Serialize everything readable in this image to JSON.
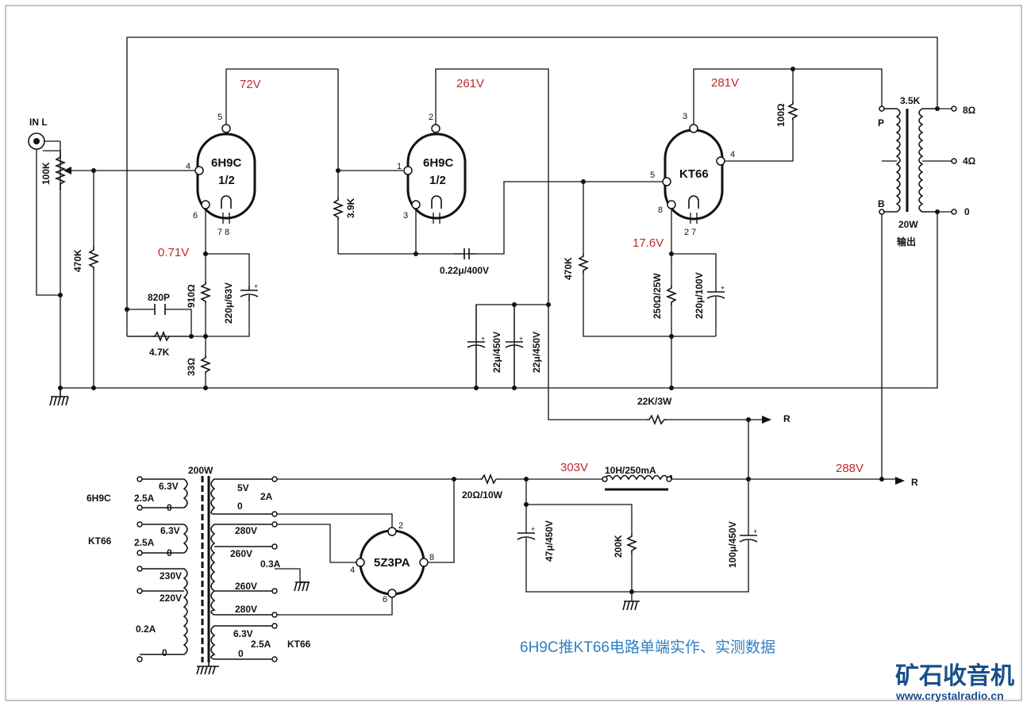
{
  "title": "6H9C推KT66电路单端实作、实测数据",
  "logo": {
    "cn": "矿石收音机",
    "url": "www.crystalradio.cn"
  },
  "tubes": {
    "v1": {
      "name": "6H9C",
      "sub": "1/2"
    },
    "v2": {
      "name": "6H9C",
      "sub": "1/2"
    },
    "v3": {
      "name": "KT66"
    },
    "rect": {
      "name": "5Z3PA"
    }
  },
  "pins": {
    "v1_5": "5",
    "v1_4": "4",
    "v1_6": "6",
    "v1_78": "7 8",
    "v2_2": "2",
    "v2_1": "1",
    "v2_3": "3",
    "v3_3": "3",
    "v3_4": "4",
    "v3_5": "5",
    "v3_8": "8",
    "v3_27": "2 7",
    "r_2": "2",
    "r_4": "4",
    "r_8": "8",
    "r_6": "6"
  },
  "voltages": {
    "v1_plate": "72V",
    "v1_cathode": "0.71V",
    "v2_plate": "261V",
    "v3_plate": "281V",
    "v3_cathode": "17.6V",
    "rect_out": "303V",
    "b_plus": "288V"
  },
  "input": {
    "jack": "IN L",
    "pot": "100K"
  },
  "components": {
    "r470k_in": "470K",
    "c820p": "820P",
    "r4k7": "4.7K",
    "r910": "910Ω",
    "r33": "33Ω",
    "c220_63": "220μ/63V",
    "r3k9": "3.9K",
    "c022": "0.22μ/400V",
    "c22a": "22μ/450V",
    "c22b": "22μ/450V",
    "r470k_g": "470K",
    "r100": "100Ω",
    "r250": "250Ω/25W",
    "c220_100": "220μ/100V",
    "r22k": "22K/3W",
    "r20": "20Ω/10W",
    "choke": "10H/250mA",
    "c47": "47μ/450V",
    "r200k": "200K",
    "c100": "100μ/450V"
  },
  "output_tx": {
    "impedance": "3.5K",
    "p": "P",
    "b": "B",
    "t8": "8Ω",
    "t4": "4Ω",
    "t0": "0",
    "power": "20W",
    "label": "输出"
  },
  "rail_labels": {
    "r1": "R",
    "r2": "R"
  },
  "power_tx": {
    "power": "200W",
    "p1": {
      "group": "6H9C",
      "v": "6.3V",
      "a": "2.5A",
      "z": "0"
    },
    "p2": {
      "group": "KT66",
      "v": "6.3V",
      "a": "2.5A",
      "z": "0"
    },
    "pri": {
      "v230": "230V",
      "v220": "220V",
      "a": "0.2A",
      "z": "0"
    },
    "s5": {
      "v": "5V",
      "a": "2A",
      "z": "0"
    },
    "hv": {
      "v280a": "280V",
      "v260a": "260V",
      "a": "0.3A",
      "v260b": "260V",
      "v280b": "280V"
    },
    "s3": {
      "v": "6.3V",
      "a": "2.5A",
      "z": "0",
      "group": "KT66"
    }
  }
}
